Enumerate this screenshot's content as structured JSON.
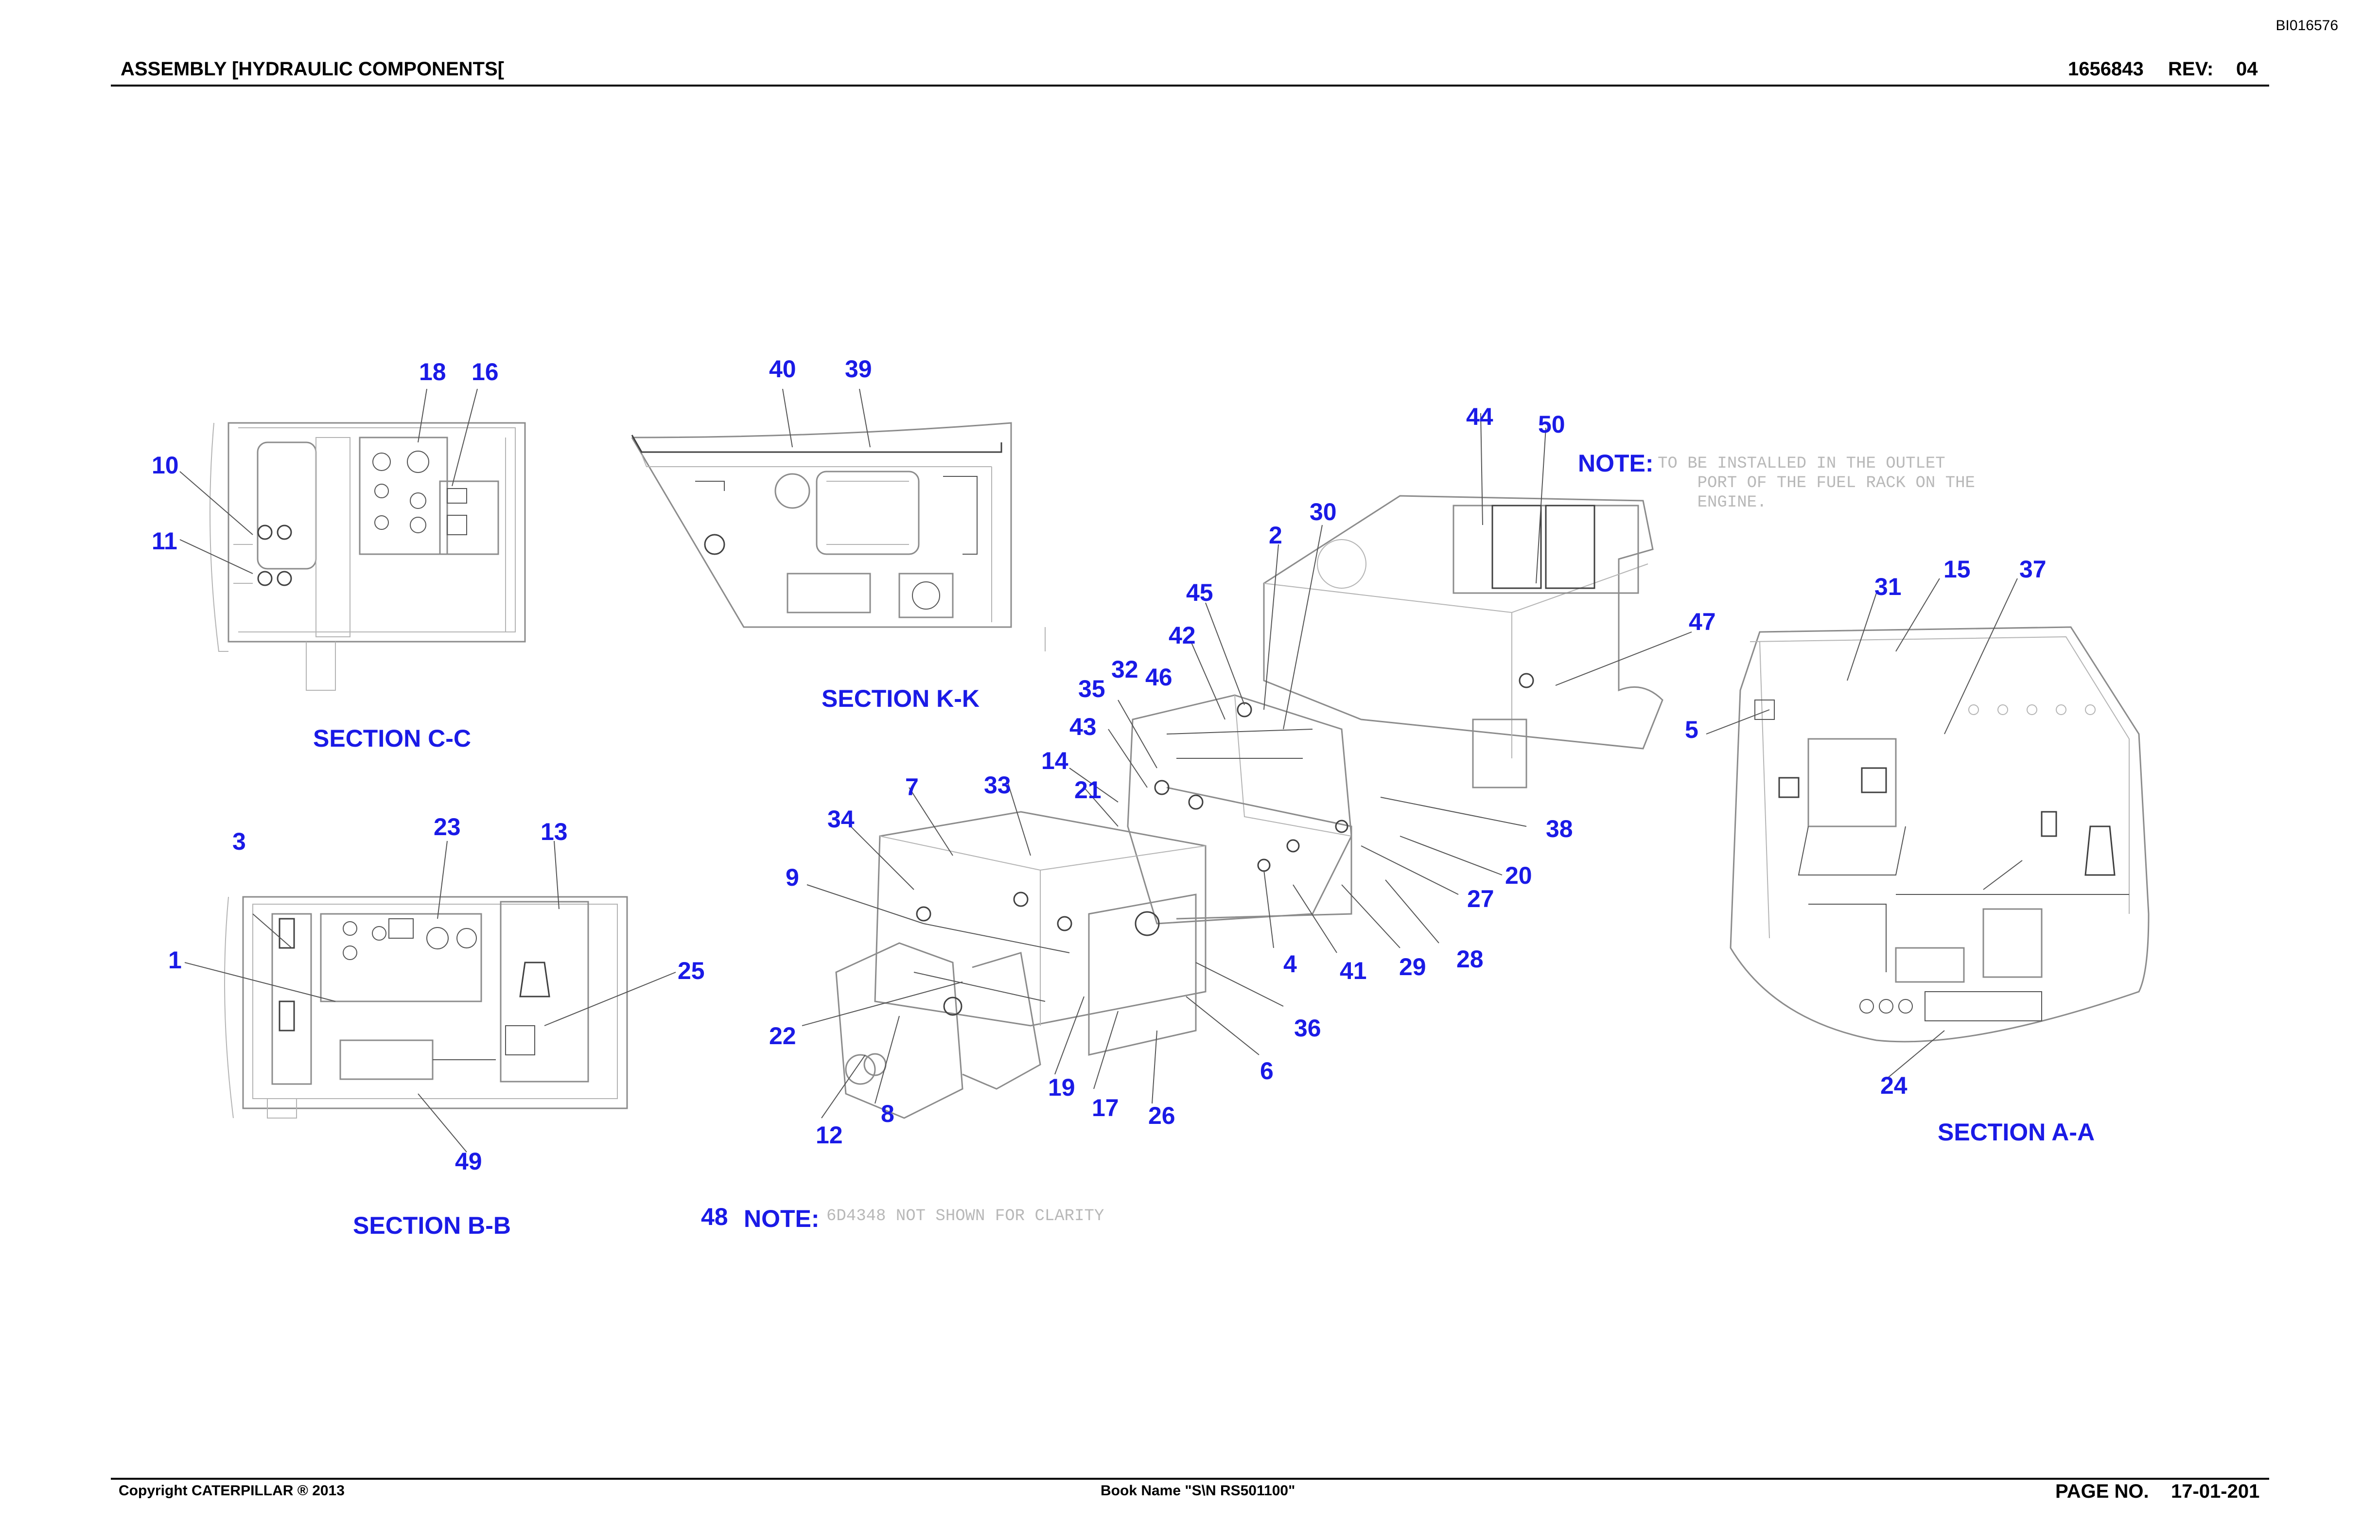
{
  "doc_id": "BI016576",
  "header": {
    "title": "ASSEMBLY [HYDRAULIC COMPONENTS[",
    "part_number": "1656843",
    "rev_label": "REV:",
    "rev_value": "04"
  },
  "footer": {
    "copyright": "Copyright CATERPILLAR ® 2013",
    "book_name": "Book Name \"S\\N RS501100\"",
    "page_label": "PAGE NO.",
    "page_value": "17-01-201"
  },
  "sections": {
    "cc": "SECTION C-C",
    "kk": "SECTION K-K",
    "bb": "SECTION B-B",
    "aa": "SECTION A-A"
  },
  "notes": {
    "top_label": "NOTE:",
    "top_text": "TO BE INSTALLED IN THE OUTLET\n    PORT OF THE FUEL RACK ON THE\n    ENGINE.",
    "bottom_label": "NOTE:",
    "bottom_text": "6D4348 NOT SHOWN FOR CLARITY"
  },
  "callouts": {
    "c1": "1",
    "c2": "2",
    "c3": "3",
    "c4": "4",
    "c5": "5",
    "c6": "6",
    "c7": "7",
    "c8": "8",
    "c9": "9",
    "c10": "10",
    "c11": "11",
    "c12": "12",
    "c13": "13",
    "c14": "14",
    "c15": "15",
    "c16": "16",
    "c17": "17",
    "c18": "18",
    "c19": "19",
    "c20": "20",
    "c21": "21",
    "c22": "22",
    "c23": "23",
    "c24": "24",
    "c25": "25",
    "c26": "26",
    "c27": "27",
    "c28": "28",
    "c29": "29",
    "c30": "30",
    "c31": "31",
    "c32": "32",
    "c33": "33",
    "c34": "34",
    "c35": "35",
    "c36": "36",
    "c37": "37",
    "c38": "38",
    "c39": "39",
    "c40": "40",
    "c41": "41",
    "c42": "42",
    "c43": "43",
    "c44": "44",
    "c45": "45",
    "c46": "46",
    "c47": "47",
    "c48": "48",
    "c49": "49",
    "c50": "50"
  },
  "colors": {
    "callout": "#1a1ae6",
    "line_art": "#8c8c8c",
    "note_text": "#b8b8b8"
  }
}
